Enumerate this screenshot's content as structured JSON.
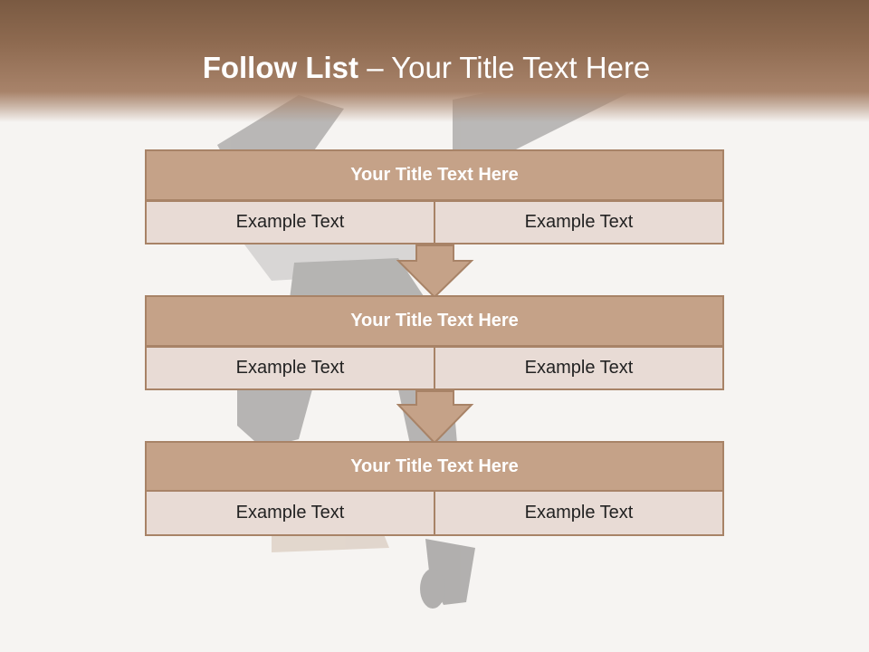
{
  "slide": {
    "title_bold": "Follow List",
    "title_rest": " – Your Title Text Here"
  },
  "blocks": [
    {
      "title": "Your Title Text Here",
      "left": "Example Text",
      "right": "Example Text"
    },
    {
      "title": "Your Title Text Here",
      "left": "Example Text",
      "right": "Example Text"
    },
    {
      "title": "Your Title Text Here",
      "left": "Example Text",
      "right": "Example Text"
    }
  ],
  "colors": {
    "header": "#8e6a50",
    "block_title_bg": "#c5a288",
    "cell_bg": "#e8dbd5",
    "border": "#a88367",
    "arrow": "#c5a288"
  }
}
